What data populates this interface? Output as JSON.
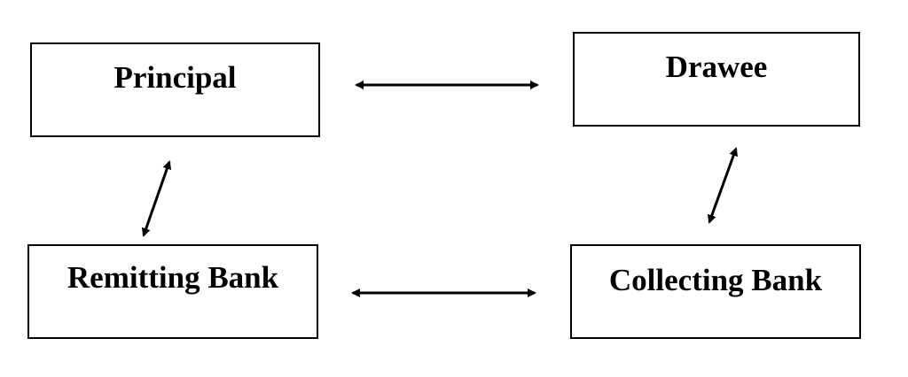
{
  "diagram": {
    "nodes": {
      "principal": {
        "label": "Principal"
      },
      "drawee": {
        "label": "Drawee"
      },
      "remitting_bank": {
        "label": "Remitting Bank"
      },
      "collecting_bank": {
        "label": "Collecting Bank"
      }
    },
    "edges": [
      {
        "from": "Principal",
        "to": "Drawee",
        "direction": "bidirectional"
      },
      {
        "from": "Principal",
        "to": "Remitting Bank",
        "direction": "bidirectional"
      },
      {
        "from": "Drawee",
        "to": "Collecting Bank",
        "direction": "bidirectional"
      },
      {
        "from": "Remitting Bank",
        "to": "Collecting Bank",
        "direction": "bidirectional"
      }
    ],
    "colors": {
      "stroke": "#000000",
      "background": "#ffffff"
    }
  }
}
